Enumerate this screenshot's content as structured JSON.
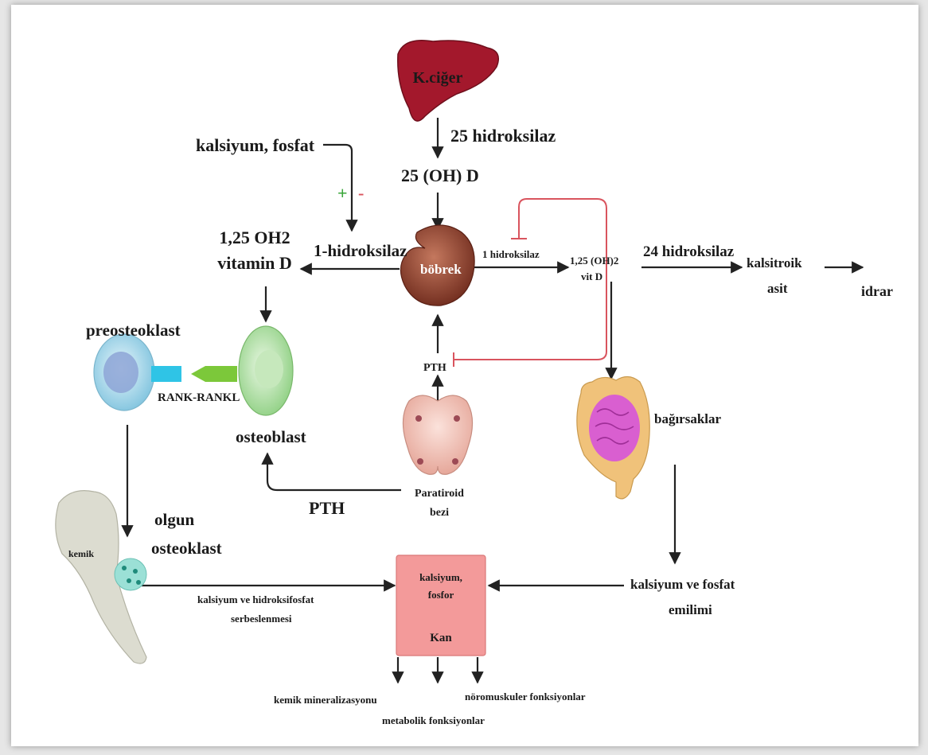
{
  "labels": {
    "liver": "K.ciğer",
    "hydroxylase25": "25 hidroksilaz",
    "oh25d": "25 (OH) D",
    "ca_phos": "kalsiyum, fosfat",
    "plus": "+",
    "minus": "-",
    "hydroxylase1_big": "1-hidroksilaz",
    "kidney": "böbrek",
    "hydroxylase1_small": "1 hidroksilaz",
    "vitd_line1": "1,25 OH2",
    "vitd_line2": "vitamin D",
    "vitd_small_line1": "1,25 (OH)2",
    "vitd_small_line2": "vit D",
    "hydroxylase24": "24 hidroksilaz",
    "calcitroic_line1": "kalsitroik",
    "calcitroic_line2": "asit",
    "urine": "idrar",
    "preosteoclast": "preosteoklast",
    "rank": "RANK-RANKL",
    "osteoblast": "osteoblast",
    "pth_small": "PTH",
    "pth_big": "PTH",
    "parathyroid_line1": "Paratiroid",
    "parathyroid_line2": "bezi",
    "intestines": "bağırsaklar",
    "mature_line1": "olgun",
    "mature_line2": "osteoklast",
    "bone": "kemik",
    "release_line1": "kalsiyum ve hidroksifosfat",
    "release_line2": "serbeslenmesi",
    "blood_line1": "kalsiyum,",
    "blood_line2": "fosfor",
    "blood_line3": "Kan",
    "absorption_line1": "kalsiyum ve fosfat",
    "absorption_line2": "emilimi",
    "out_mineral": "kemik mineralizasyonu",
    "out_metabolic": "metabolik fonksiyonlar",
    "out_neuro": "nöromuskuler fonksiyonlar"
  },
  "colors": {
    "liver": "#a3182c",
    "kidney": "#8c3b2a",
    "blood_box": "#f39a9a",
    "inhibition": "#d9545e",
    "preosteoclast": "#9fd3e8",
    "osteoblast": "#a8dba0",
    "rank": "#2fc4e6",
    "rankl": "#7cc83a",
    "intestine": "#d95fd0",
    "parathyroid": "#f2c7bd",
    "bone": "#dcdcd0"
  }
}
